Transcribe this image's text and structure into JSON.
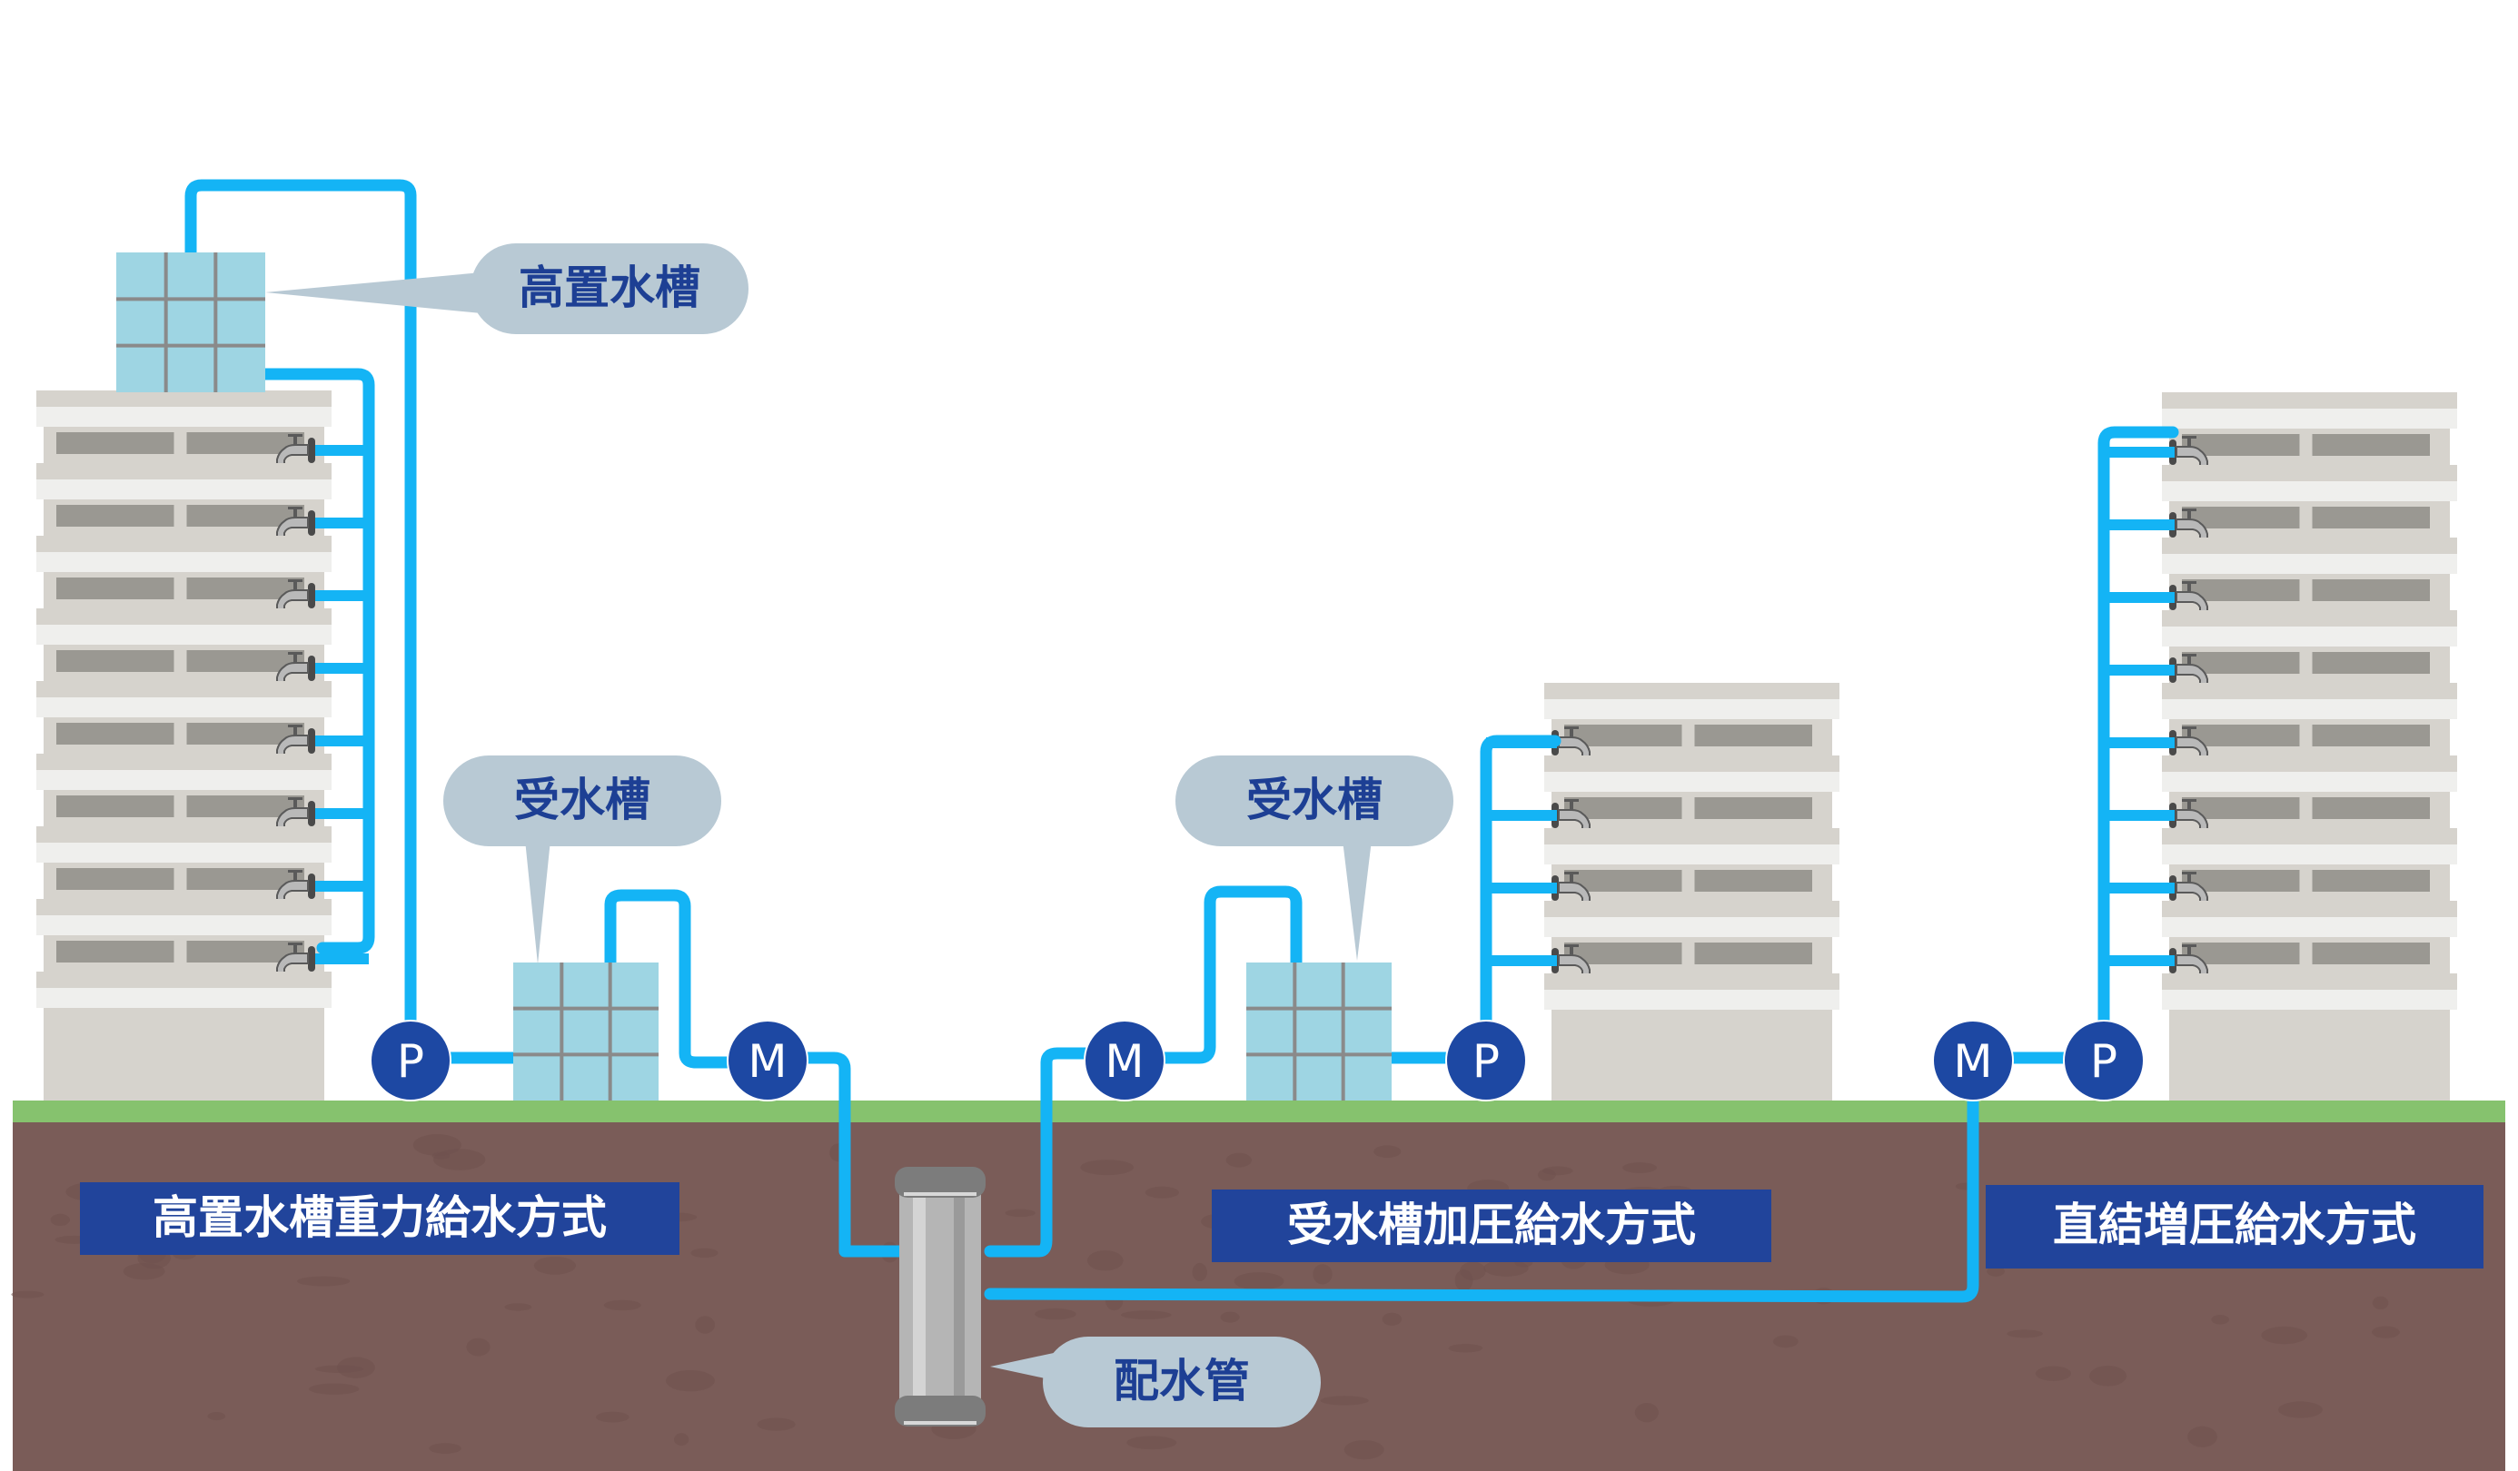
{
  "colors": {
    "pipe": "#14b4f5",
    "node_fill": "#1d48a3",
    "method_label_bg": "#21449b",
    "callout_bg": "#b8c9d4",
    "callout_text": "#1d3f94",
    "tank_fill": "#9ed5e3",
    "tank_grid": "#8a8a8a",
    "grass": "#86c26e",
    "soil": "#7a5c58",
    "building_slab": "#efefed",
    "building_wall": "#d6d3cd",
    "building_window": "#9a9892",
    "main_pipe": "#a9a9a9"
  },
  "callouts": {
    "elevated_tank": "高置水槽",
    "receiving_tank_1": "受水槽",
    "receiving_tank_2": "受水槽",
    "distribution_main": "配水管"
  },
  "methods": {
    "gravity": "高置水槽重力給水方式",
    "tank_pressurized": "受水槽加圧給水方式",
    "direct_booster": "直結増圧給水方式"
  },
  "nodes": {
    "pump_label": "P",
    "meter_label": "M"
  },
  "buildings": [
    {
      "name": "gravity-building",
      "floors": 8,
      "faucets": 8
    },
    {
      "name": "tank-pressurized-building",
      "floors": 4,
      "faucets": 4
    },
    {
      "name": "direct-booster-building",
      "floors": 8,
      "faucets": 8
    }
  ]
}
